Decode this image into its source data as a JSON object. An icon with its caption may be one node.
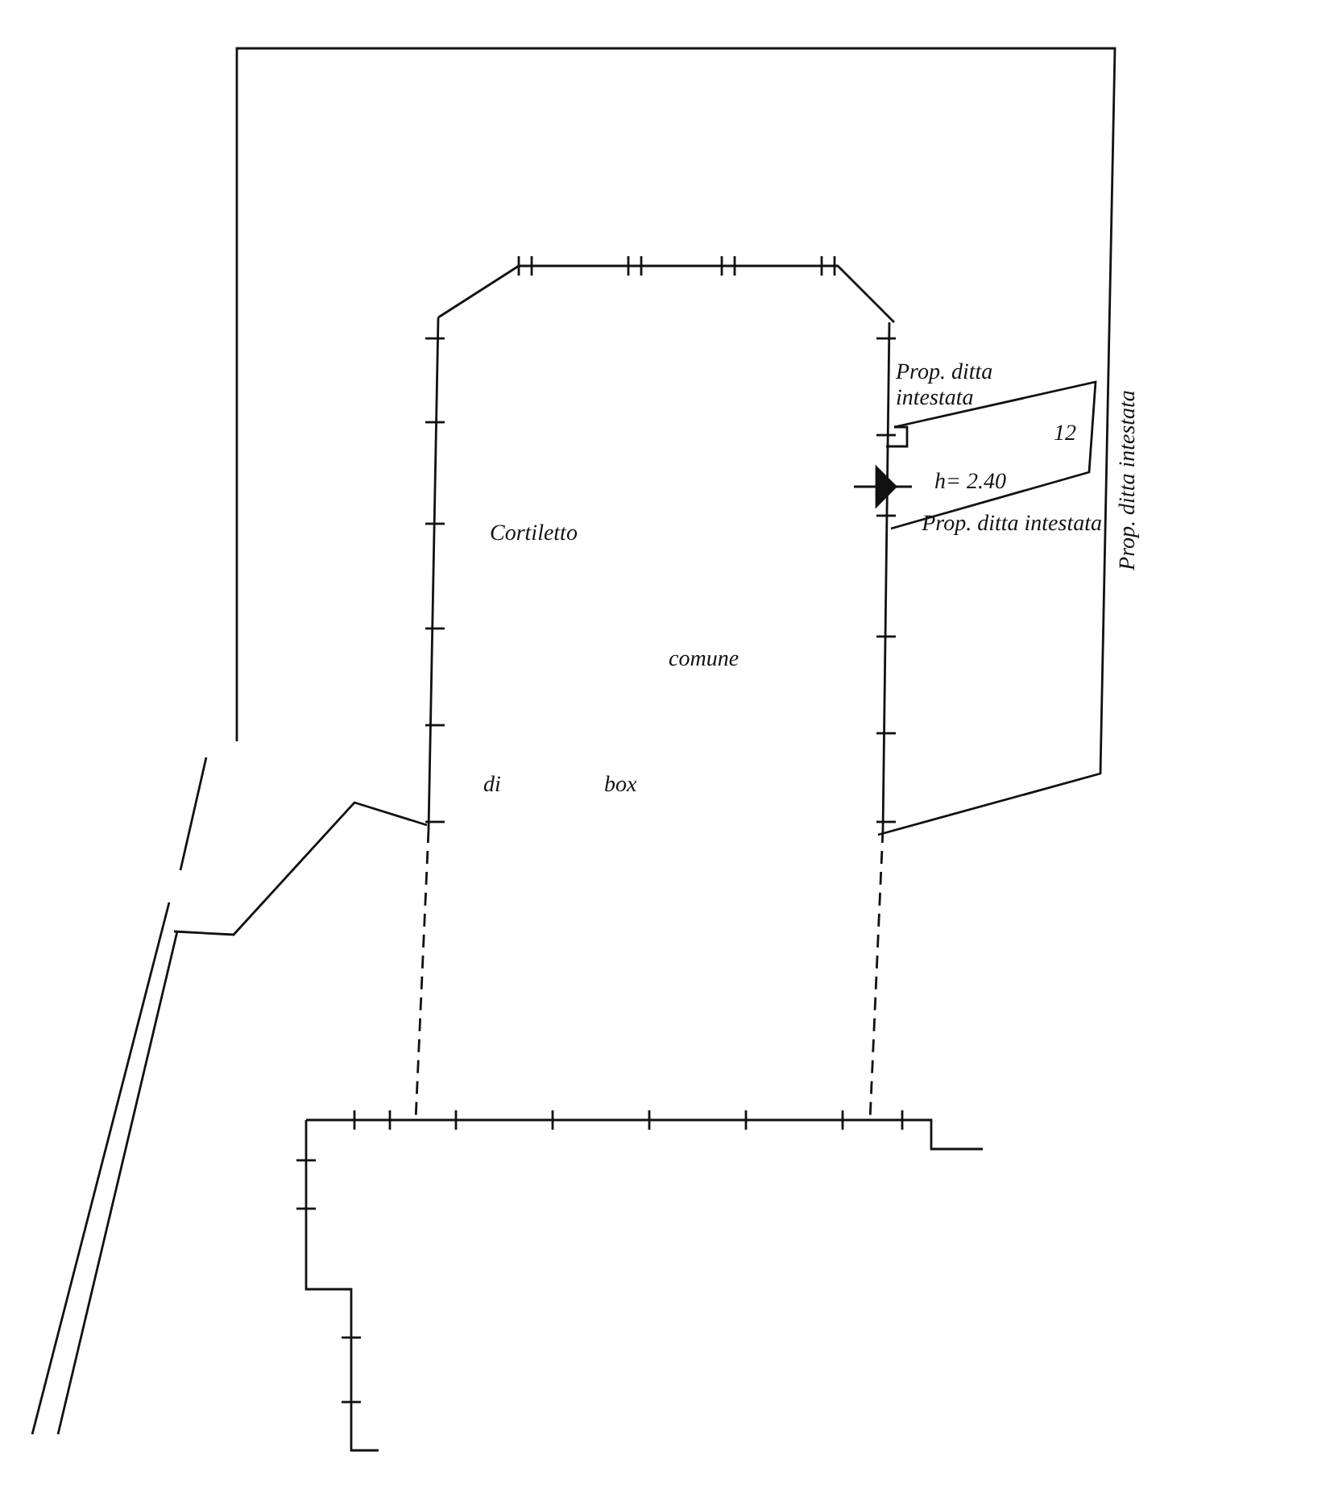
{
  "diagram": {
    "labels": [
      "Prop. ditta intestata",
      "12",
      "h= 2.40",
      "Prop. ditta intestata",
      "Prop. ditta intestata",
      "Cortiletto",
      "comune",
      "di",
      "box"
    ]
  }
}
